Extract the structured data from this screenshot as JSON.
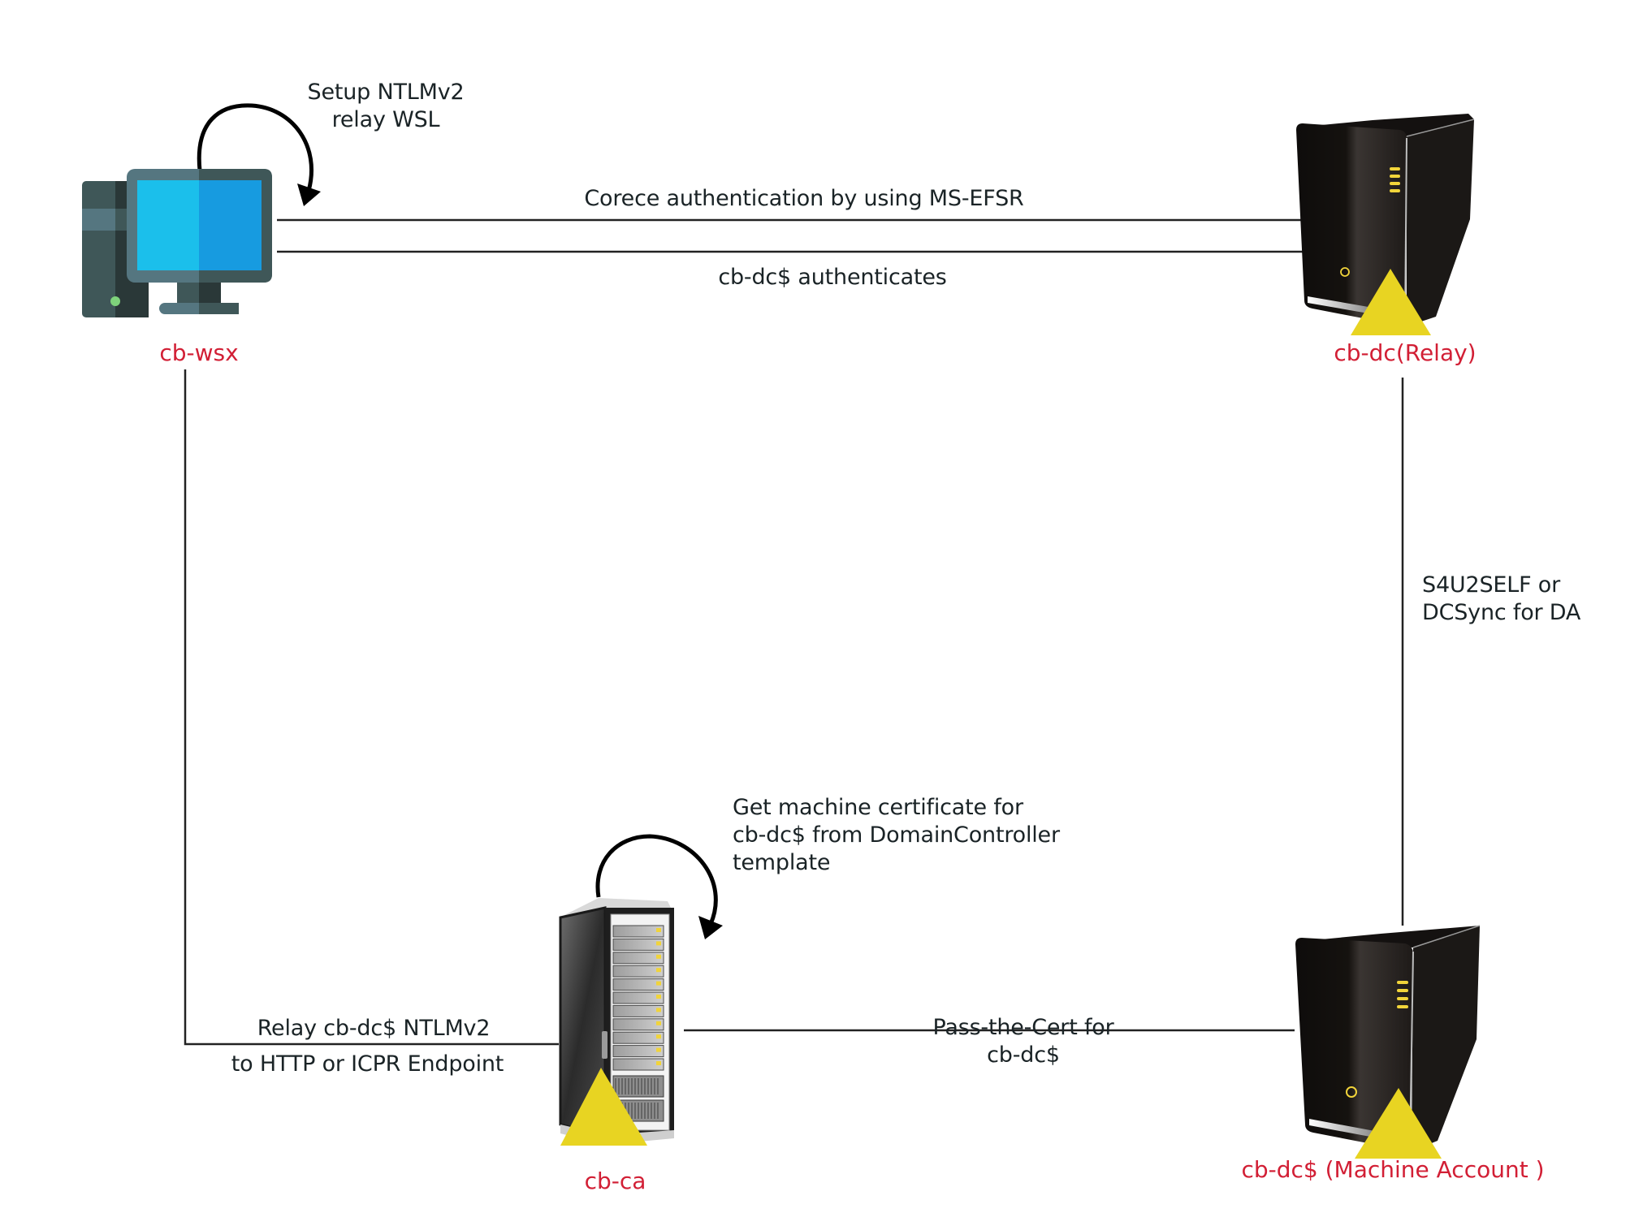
{
  "colors": {
    "node_label": "#d21f35",
    "edge_text": "#1a2326",
    "warning_triangle": "#e8d422",
    "edge_line": "#222222"
  },
  "nodes": {
    "workstation": {
      "label": "cb-wsx",
      "icon": "desktop-computer-icon"
    },
    "dc_relay": {
      "label": "cb-dc(Relay)",
      "icon": "tower-server-icon"
    },
    "ca": {
      "label": "cb-ca",
      "icon": "server-rack-icon"
    },
    "dc_machine": {
      "label": "cb-dc$ (Machine Account )",
      "icon": "tower-server-icon"
    }
  },
  "edges": {
    "self_loop_wsx": {
      "line1": "Setup NTLMv2",
      "line2": "relay WSL"
    },
    "coerce": {
      "text": "Corece authentication by using MS-EFSR"
    },
    "authenticates": {
      "text": "cb-dc$ authenticates"
    },
    "s4u2self": {
      "line1": "S4U2SELF or",
      "line2": "DCSync for DA"
    },
    "self_loop_ca": {
      "line1": "Get machine certificate for",
      "line2": "cb-dc$ from DomainController",
      "line3": "template"
    },
    "relay": {
      "line1": "Relay cb-dc$ NTLMv2",
      "line2": "to HTTP or ICPR Endpoint"
    },
    "pass_the_cert": {
      "line1": "Pass-the-Cert for",
      "line2": "cb-dc$"
    }
  }
}
